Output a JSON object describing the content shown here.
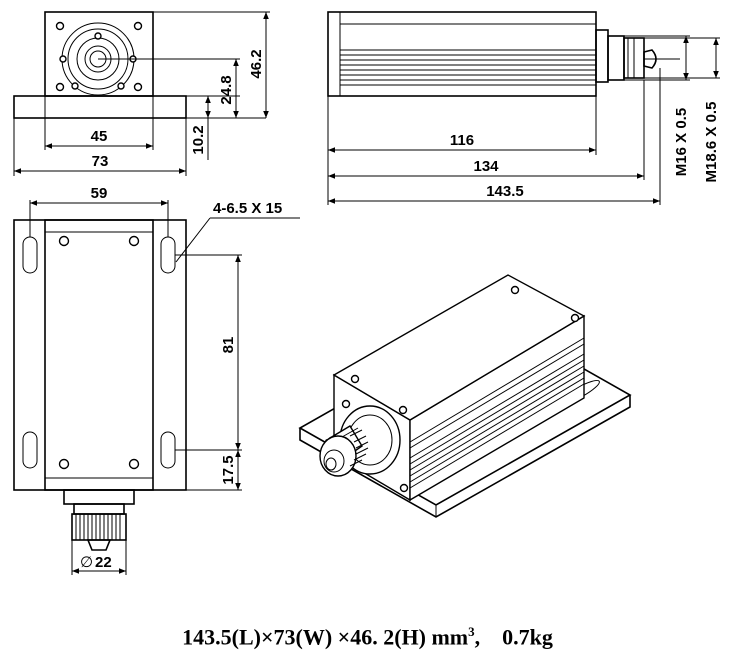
{
  "front_view": {
    "dim_width_45": "45",
    "dim_width_73": "73",
    "dim_height_46_2": "46.2",
    "dim_height_24_8": "24.8",
    "dim_base_10_2": "10.2"
  },
  "side_view": {
    "dim_len_116": "116",
    "dim_len_134": "134",
    "dim_len_143_5": "143.5",
    "dim_thread_m16": "M16 X 0.5",
    "dim_thread_m18_6": "M18.6 X 0.5"
  },
  "top_view": {
    "dim_width_59": "59",
    "dim_slot_note": "4-6.5 X 15",
    "dim_81": "81",
    "dim_17_5": "17.5",
    "dim_dia_22": "22",
    "dia_symbol": "∅"
  },
  "caption": {
    "dimensions_text": "143.5(L)×73(W) ×46. 2(H) mm",
    "superscript": "3",
    "weight_text": ",    0.7kg"
  }
}
